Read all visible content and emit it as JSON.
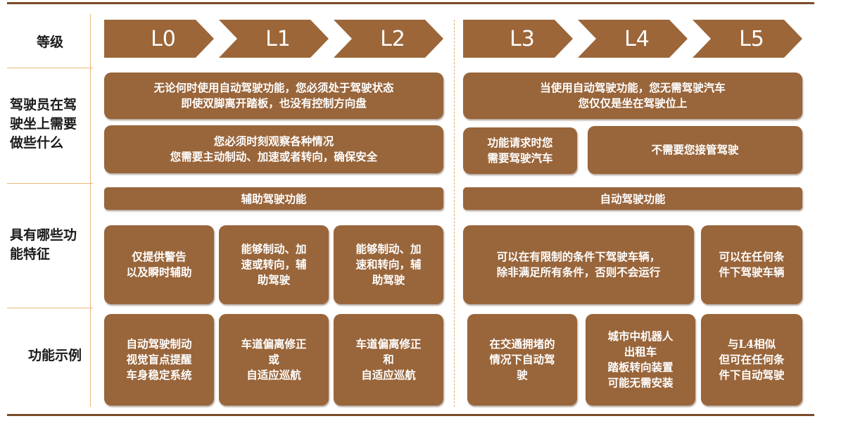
{
  "rows": {
    "level": "等级",
    "driver": "驾驶员在驾驶坐上需要做些什么",
    "features": "具有哪些功能特征",
    "examples": "功能示例"
  },
  "levels": [
    "L0",
    "L1",
    "L2",
    "L3",
    "L4",
    "L5"
  ],
  "driver": {
    "left_top": "无论何时使用自动驾驶功能，您必须处于驾驶状态\n即使双脚离开踏板，也没有控制方向盘",
    "right_top": "当使用自动驾驶功能，您无需驾驶汽车\n您仅仅是坐在驾驶位上",
    "left_bottom": "您必须时刻观察各种情况\n您需要主动制动、加速或者转向，确保安全",
    "l3_bottom": "功能请求时您\n需要驾驶汽车",
    "l45_bottom": "不需要您接管驾驶"
  },
  "feature_bars": {
    "left": "辅助驾驶功能",
    "right": "自动驾驶功能"
  },
  "features": {
    "l0": "仅提供警告\n以及瞬时辅助",
    "l1": "能够制动、加\n速或转向，辅\n助驾驶",
    "l2": "能够制动、加\n速和转向，辅\n助驾驶",
    "l34": "可以在有限制的条件下驾驶车辆，\n除非满足所有条件，否则不会运行",
    "l5": "可以在任何条\n件下驾驶车辆"
  },
  "examples": {
    "l0": "自动驾驶制动\n视觉盲点提醒\n车身稳定系统",
    "l1": "车道偏离修正\n或\n自适应巡航",
    "l2": "车道偏离修正\n和\n自适应巡航",
    "l3": "在交通拥堵的\n情况下自动驾\n驶",
    "l4": "城市中机器人\n出租车\n踏板转向装置\n可能无需安装",
    "l5": "与L4相似\n但可在任何条\n件下自动驾驶"
  },
  "colors": {
    "box": "#99653a",
    "chevron": "#9c6639",
    "rule": "#7b4a2a",
    "separator": "#e7b874"
  }
}
